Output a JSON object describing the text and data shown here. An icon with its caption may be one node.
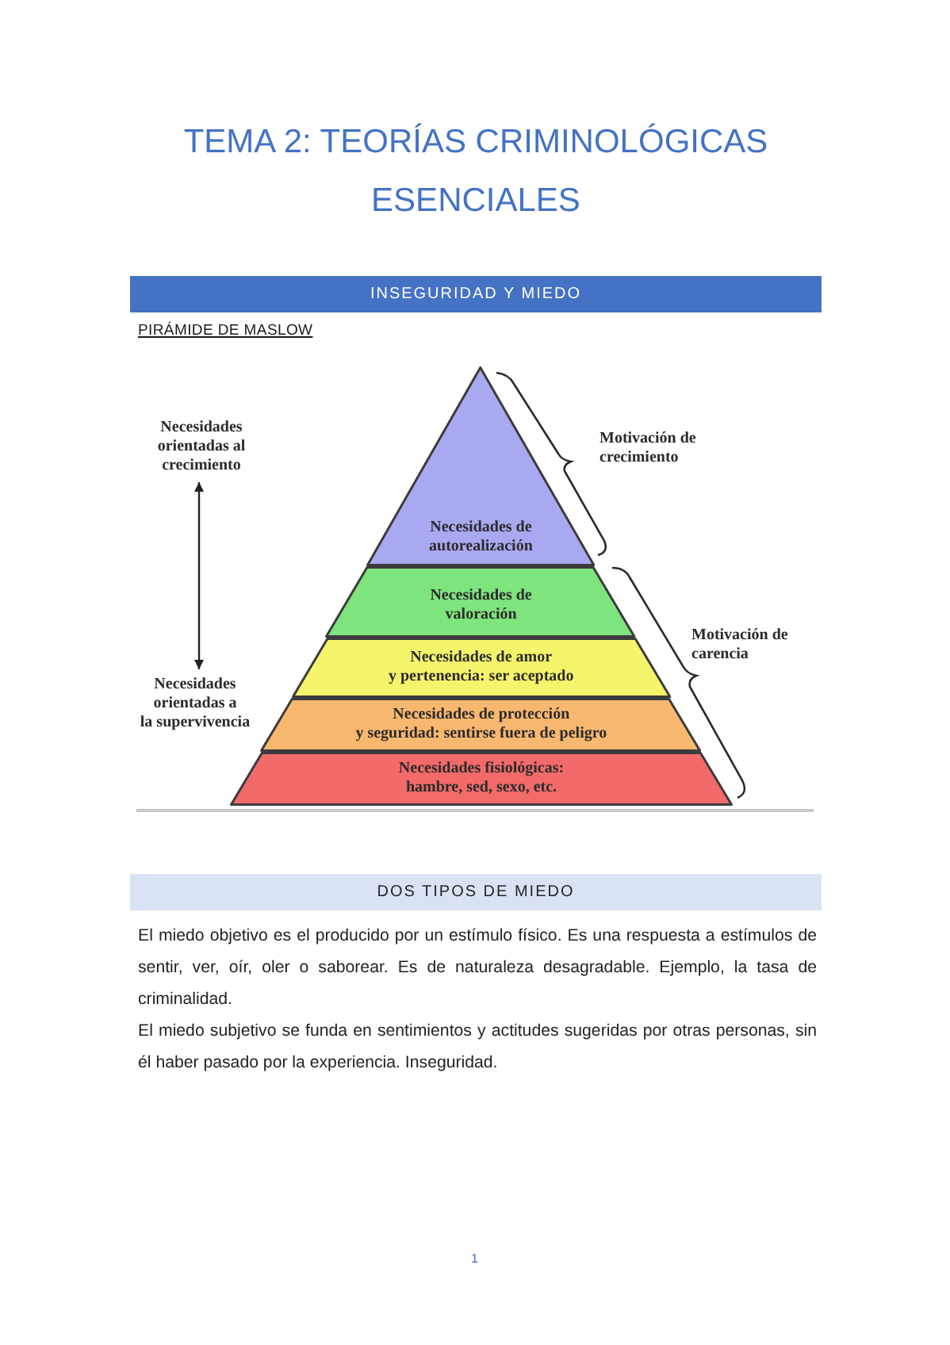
{
  "diagram": {
    "title": "TEMA 2: TEORÍAS CRIMINOLÓGICAS ESENCIALES",
    "nodes": [
      {
        "text": [
          "INSEGURIDAD Y MIEDO"
        ]
      },
      {
        "text": [
          "Necesidades orientadas al crecimiento"
        ]
      },
      {
        "text": [
          "Necesidades de autorealización"
        ]
      },
      {
        "text": [
          "Necesidades de valoración"
        ]
      },
      {
        "text": [
          "Necesidades de amor y pertenencia: ser aceptado"
        ]
      },
      {
        "text": [
          "Necesidades de protección y seguridad: sentirse fuera de peligro"
        ]
      },
      {
        "text": [
          "Necesidades fisiológicas: hambre, sed, sexo, etc."
        ]
      },
      {
        "text": [
          "Necesidades orientadas a la supervivencia"
        ]
      },
      {
        "text": [
          "DOS TIPOS DE MIEDO"
        ]
      }
    ],
    "edges": [
      {
        "from": 1,
        "to": 7,
        "arrow": "both"
      }
    ],
    "labels": [
      "PIRÁMIDE DE MASLOW",
      "Motivación de crecimiento",
      "Motivación de carencia",
      "El miedo objetivo es el producido por un estímulo físico. Es una respuesta a estímulos de sentir, ver, oír, oler o saborear. Es de naturaleza desagradable. Ejemplo, la tasa de criminalidad.",
      "El miedo subjetivo se funda en sentimientos y actitudes sugeridas por otras personas, sin él haber pasado por la experiencia. Inseguridad.",
      "1"
    ]
  }
}
